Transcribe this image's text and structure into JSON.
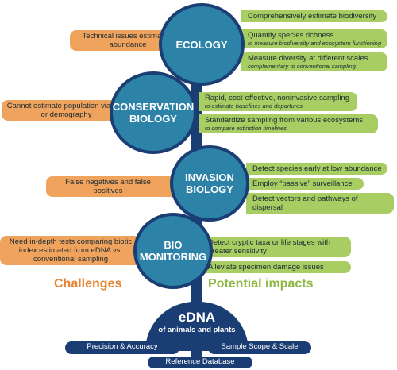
{
  "nodes": [
    {
      "label": "ECOLOGY"
    },
    {
      "label": "CONSERVATION\nBIOLOGY"
    },
    {
      "label": "INVASION\nBIOLOGY"
    },
    {
      "label": "BIO\nMONITORING"
    }
  ],
  "impacts": {
    "ecology": [
      {
        "text": "Comprehensively estimate biodiversity",
        "sub": ""
      },
      {
        "text": "Quantify species richness",
        "sub": "to measure biodiversity and ecosystem functioning"
      },
      {
        "text": "Measure diversity at different scales",
        "sub": "complementary to conventional sampling"
      }
    ],
    "conservation": [
      {
        "text": "Rapid, cost-effective, noninvasive sampling",
        "sub": "to estimate baselines and departures"
      },
      {
        "text": "Standardize sampling from various ecosystems",
        "sub": "to compare extinction timelines"
      }
    ],
    "invasion": [
      {
        "text": "Detect species early at low abundance",
        "sub": ""
      },
      {
        "text": "Employ “passive” surveillance",
        "sub": ""
      },
      {
        "text": "Detect vectors and pathways of dispersal",
        "sub": ""
      }
    ],
    "biomonitoring": [
      {
        "text": "Detect cryptic taxa or life stages with greater sensitivity",
        "sub": ""
      },
      {
        "text": "Alleviate specimen damage issues",
        "sub": ""
      }
    ]
  },
  "challenges": [
    "Technical issues estimating abundance",
    "Cannot estimate population viability or demography",
    "False negatives and false positives",
    "Need in-depth tests comparing biotic index estimated from eDNA vs. conventional sampling"
  ],
  "headings": {
    "challenges": "Challenges",
    "impacts": "Potential impacts"
  },
  "root": {
    "title": "eDNA",
    "subtitle": "of animals and plants"
  },
  "roots": {
    "left": "Precision & Accuracy",
    "right": "Sample Scope & Scale",
    "center": "Reference Database"
  },
  "colors": {
    "node_fill": "#2d82a8",
    "node_border": "#1a3d73",
    "impact": "#a8cd62",
    "challenge": "#f0a35c",
    "heading_challenges": "#e8822e",
    "heading_impacts": "#8fb844"
  }
}
